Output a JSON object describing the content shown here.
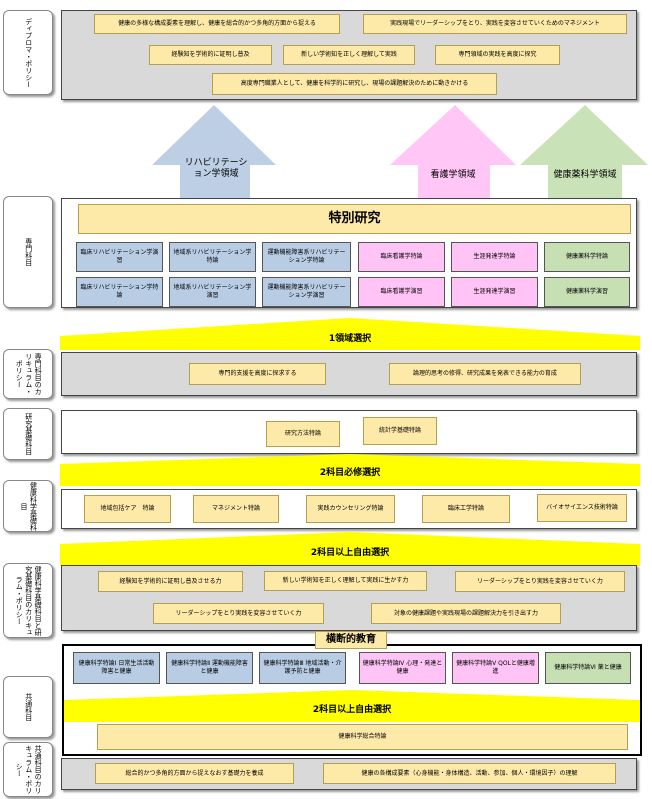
{
  "sections": {
    "diploma": "ディプロマ・ポリシー",
    "specialized": "専門科目",
    "specialized_curriculum": "専門科目のカリキュラム・ポリシー",
    "research_basic": "研究基礎科目",
    "health_basic": "健康科学基礎科目",
    "health_curriculum": "健康科学基礎科目と研究基礎科目のカリキュラム・ポリシー",
    "common": "共通科目",
    "common_curriculum": "共通科目のカリキュラム・ポリシー"
  },
  "diploma_items": [
    "健康の多様な構成要素を理解し、健康を総合的かつ多角的方面から捉える",
    "実践現場でリーダーシップをとり、実践を変容させていくためのマネジメント",
    "経験知を学術的に証明し普及",
    "新しい学術知を正しく理解して実践",
    "専門領域の実践を高度に探究",
    "高度専門職業人として、健康を科学的に研究し、現場の課題解決のために動きかける"
  ],
  "areas": {
    "rehab": "リハビリテーション学領域",
    "nursing": "看護学領域",
    "health": "健康薬科学領域"
  },
  "special_research": "特別研究",
  "specialized_row1": [
    "臨床リハビリテーション学演習",
    "地域系リハビリテーション学特論",
    "運動機能障害系リハビリテーション学特論",
    "臨床看護学特論",
    "生涯発達学特論",
    "健康薬科学特論"
  ],
  "specialized_row2": [
    "臨床リハビリテーション学特論",
    "地域系リハビリテーション学演習",
    "運動機能障害系リハビリテーション学演習",
    "臨床看護学演習",
    "生涯発達学演習",
    "健康薬科学演習"
  ],
  "banners": {
    "one_area": "1領域選択",
    "two_required": "2科目必修選択",
    "two_free": "2科目以上自由選択",
    "two_free_common": "2科目以上自由選択"
  },
  "specialized_policy": [
    "専門的支援を高度に探求する",
    "論理的思考の修得、研究成果を発表できる能力の育成"
  ],
  "research_basic_items": [
    "研究方法特論",
    "統計学基礎特論"
  ],
  "health_basic_items": [
    "地域包括ケア　特論",
    "マネジメント特論",
    "実践カウンセリング特論",
    "臨床工学特論",
    "バイオサイエンス技術特論"
  ],
  "health_curriculum_items": [
    "経験知を学術的に証明し普及させる力",
    "新しい学術知を正しく理解して実践に生かす力",
    "リーダーシップをとり実践を変容させていく力",
    "リーダーシップをとり実践を変容させていく力",
    "対象の健康課題や実践現場の課題解決力を引き出す力"
  ],
  "cross_title": "横断的教育",
  "common_items": [
    "健康科学特論Ⅰ 日常生活活動障害と健康",
    "健康科学特論Ⅱ 運動機能障害と健康",
    "健康科学特論Ⅲ 地域活動・介護予防と健康",
    "健康科学特論Ⅳ 心理・発達と健康",
    "健康科学特論Ⅴ QOLと健康増進",
    "健康科学特論Ⅵ 薬と健康"
  ],
  "common_general": "健康科学総合特論",
  "common_curriculum_items": [
    "総合的かつ多角的方面から捉えなおす基礎力を養成",
    "健康の各構成要素（心身機能・身体構造、活動、参加、個人・環境因子）の理解"
  ],
  "colors": {
    "blue": "#b8cce4",
    "pink": "#ffc3f5",
    "green": "#c6e0b4",
    "yellow_arrow": "#ffff00",
    "cream": "#fde9a8",
    "gray_box": "#d9d9d9"
  }
}
